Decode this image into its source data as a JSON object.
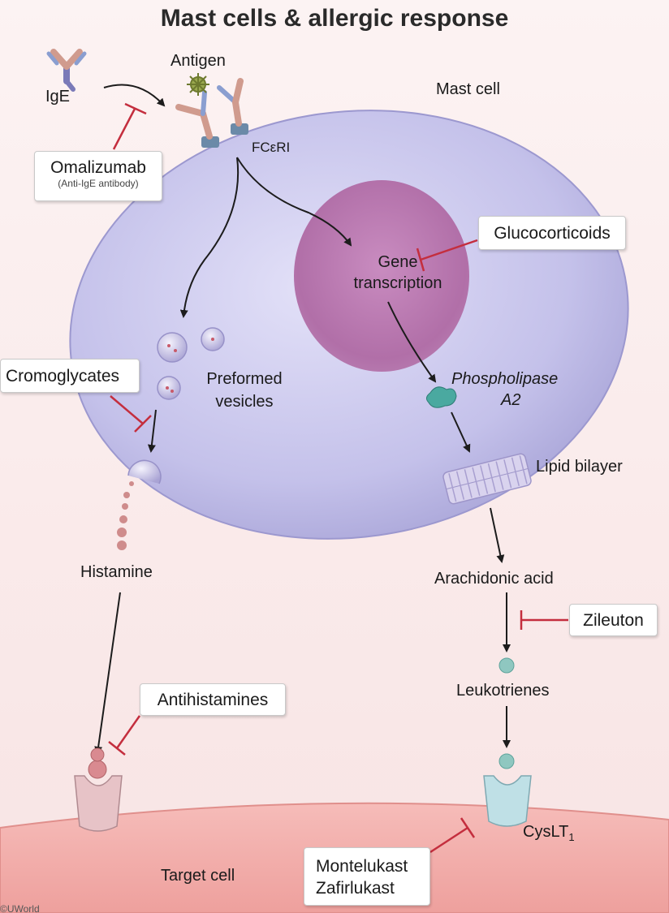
{
  "title": "Mast cells & allergic response",
  "labels": {
    "antigen": "Antigen",
    "ige": "IgE",
    "mast_cell": "Mast cell",
    "receptor": "FCεRI",
    "gene_transcription_1": "Gene",
    "gene_transcription_2": "transcription",
    "preformed_vesicles_1": "Preformed",
    "preformed_vesicles_2": "vesicles",
    "phospholipase_1": "Phospholipase",
    "phospholipase_2": "A2",
    "lipid_bilayer": "Lipid bilayer",
    "histamine": "Histamine",
    "arachidonic_acid": "Arachidonic acid",
    "leukotrienes": "Leukotrienes",
    "cyslt_main": "CysLT",
    "cyslt_sub": "1",
    "target_cell": "Target cell",
    "copyright": "©UWorld"
  },
  "drugs": {
    "omalizumab": "Omalizumab",
    "omalizumab_note": "(Anti-IgE antibody)",
    "glucocorticoids": "Glucocorticoids",
    "cromoglycates": "Cromoglycates",
    "zileuton": "Zileuton",
    "antihistamines": "Antihistamines",
    "montelukast": "Montelukast",
    "zafirlukast": "Zafirlukast"
  },
  "colors": {
    "background": "#fbeeee",
    "mast_cell": "#c6c4ec",
    "nucleus": "#b06aa6",
    "target_cell": "#f3b3b0",
    "arrow": "#1c1c1c",
    "inhibition": "#c42e3e",
    "vesicle": "#d8d2ee",
    "leukotriene": "#8fc7c0",
    "phospholipase": "#4aa9a0"
  }
}
